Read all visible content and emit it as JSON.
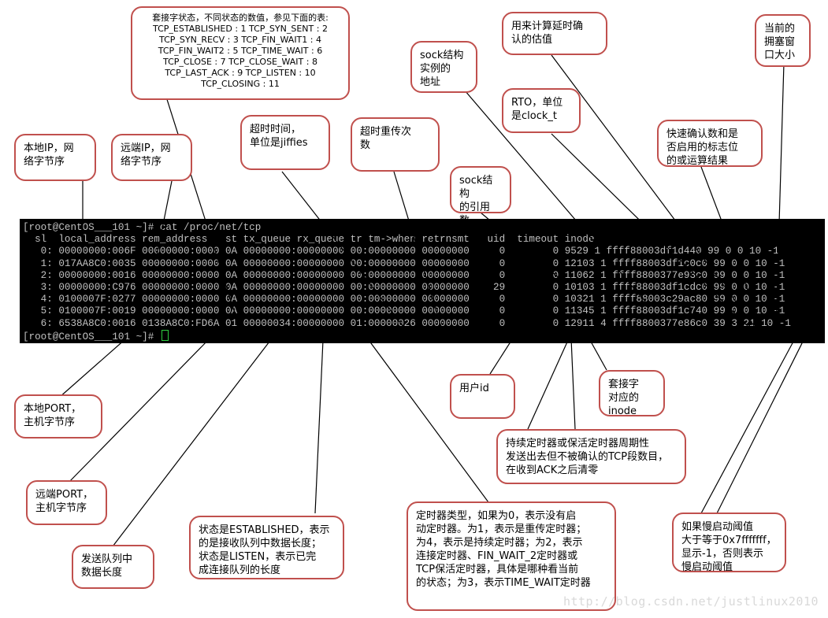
{
  "terminal": {
    "prompt_line": "[root@CentOS___101 ~]# cat /proc/net/tcp",
    "header_line": "  sl  local_address rem_address   st tx_queue rx_queue tr tm->when retrnsmt   uid  timeout inode",
    "rows": [
      "   0: 00000000:006F 00000000:0000 0A 00000000:00000000 00:00000000 00000000     0        0 9529 1 ffff88003df1d440 99 0 0 10 -1",
      "   1: 017AA8C0:0035 00000000:0000 0A 00000000:00000000 00:00000000 00000000     0        0 12103 1 ffff88003df1c0c0 99 0 0 10 -1",
      "   2: 00000000:0016 00000000:0000 0A 00000000:00000000 00:00000000 00000000     0        0 11062 1 ffff8800377e93c0 99 0 0 10 -1",
      "   3: 00000000:C976 00000000:0000 0A 00000000:00000000 00:00000000 00000000    29        0 10103 1 ffff88003df1cdc0 99 0 0 10 -1",
      "   4: 0100007F:0277 00000000:0000 0A 00000000:00000000 00:00000000 00000000     0        0 10321 1 ffff88003c29ac80 99 0 0 10 -1",
      "   5: 0100007F:0019 00000000:0000 0A 00000000:00000000 00:00000000 00000000     0        0 11345 1 ffff88003df1c740 99 0 0 10 -1",
      "   6: 6538A8C0:0016 0138A8C0:FD6A 01 00000034:00000000 01:00000026 00000000     0        0 12911 4 ffff8800377e86c0 39 3 21 10 -1"
    ],
    "last_prompt": "[root@CentOS___101 ~]# "
  },
  "callouts": {
    "state_codes": "套接字状态，不同状态的数值，参见下面的表:\nTCP_ESTABLISHED : 1     TCP_SYN_SENT : 2\nTCP_SYN_RECV : 3       TCP_FIN_WAIT1 : 4\nTCP_FIN_WAIT2 : 5      TCP_TIME_WAIT : 6\nTCP_CLOSE : 7          TCP_CLOSE_WAIT : 8\nTCP_LAST_ACK : 9       TCP_LISTEN : 10\nTCP_CLOSING : 11",
    "local_ip": "本地IP，网\n络字节序",
    "remote_ip": "远端IP，网\n络字节序",
    "timeout_jiffies": "超时时间，\n单位是jiffies",
    "retransmit_count": "超时重传次\n数",
    "sock_address": "sock结构\n实例的\n地址",
    "ack_delay_estimate": "用来计算延时确\n认的估值",
    "congestion_window": "当前的\n拥塞窗\n口大小",
    "rto": "RTO，单位\n是clock_t",
    "quick_ack": "快速确认数和是\n否启用的标志位\n的或运算结果",
    "sock_refcount": "sock结构\n的引用\n数",
    "local_port": "本地PORT，\n主机字节序",
    "remote_port": "远端PORT，\n主机字节序",
    "tx_queue": "发送队列中\n数据长度",
    "rx_queue": "状态是ESTABLISHED，表示\n的是接收队列中数据长度；\n状态是LISTEN，表示已完\n成连接队列的长度",
    "timer_type": "定时器类型，如果为0，表示没有启\n动定时器。为1，表示是重传定时器；\n为4，表示是持续定时器；为2，表示\n连接定时器、FIN_WAIT_2定时器或\nTCP保活定时器，具体是哪种看当前\n的状态；为3，表示TIME_WAIT定时器",
    "uid": "用户id",
    "inode": "套接字\n对应的\ninode",
    "unacked_probes": "持续定时器或保活定时器周期性\n发送出去但不被确认的TCP段数目，\n在收到ACK之后清零",
    "ssthresh": "如果慢启动阈值\n大于等于0x7fffffff，\n显示-1，否则表示\n慢启动阈值"
  },
  "watermark": "http://blog.csdn.net/justlinux2010",
  "colors": {
    "callout_border": "#c0504d",
    "leader_line": "#000000",
    "terminal_bg": "#000000",
    "terminal_text": "#c0c0c0"
  }
}
